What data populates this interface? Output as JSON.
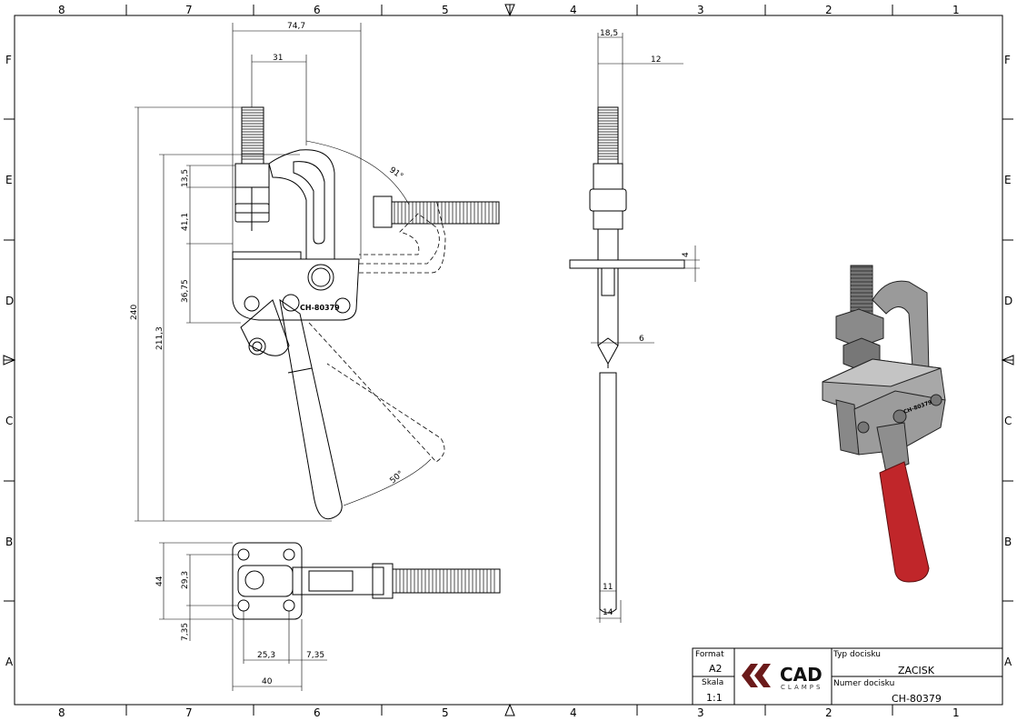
{
  "frame": {
    "columns": [
      "8",
      "7",
      "6",
      "5",
      "4",
      "3",
      "2",
      "1"
    ],
    "rows": [
      "F",
      "E",
      "D",
      "C",
      "B",
      "A"
    ]
  },
  "front_view": {
    "dims": {
      "width_total": "74,7",
      "width_screw": "31",
      "h_nut": "13,5",
      "h_mid": "41,1",
      "h_base": "36,75",
      "h_total": "240",
      "h_211": "211,3",
      "angle_top": "91°",
      "angle_handle": "50°"
    },
    "part_label": "CH-80379"
  },
  "side_view": {
    "dims": {
      "top_w": "18,5",
      "thread": "12",
      "plate_t": "4",
      "mid": "6",
      "bottom_11": "11",
      "bottom_14": "14"
    }
  },
  "bottom_view": {
    "dims": {
      "h44": "44",
      "h29": "29,3",
      "h7": "7,35",
      "w25": "25,3",
      "w7": "7,35",
      "w40": "40"
    }
  },
  "title_block": {
    "format_label": "Format",
    "format_value": "A2",
    "scale_label": "Skala",
    "scale_value": "1:1",
    "logo_main": "CAD",
    "logo_sub": "CLAMPS",
    "doc_type_label": "Typ docisku",
    "doc_type_value": "ZACISK",
    "doc_number_label": "Numer docisku",
    "doc_number_value": "CH-80379",
    "logo_color": "#6b1a1a"
  }
}
